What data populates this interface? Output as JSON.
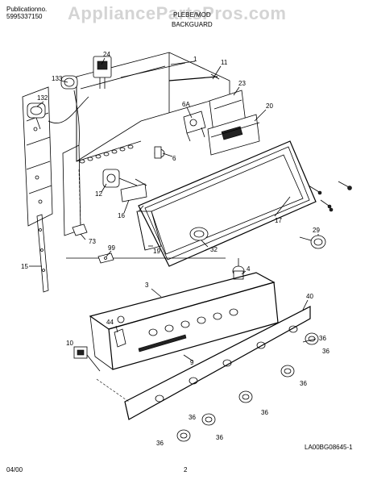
{
  "header": {
    "pub_label": "Publicationno.",
    "pub_number": "5995337150",
    "model_label": "PLEBE/MOD",
    "section_title": "BACKGUARD"
  },
  "watermark": "AppliancePartsPros.com",
  "footer": {
    "date": "04/00",
    "page": "2",
    "drawing_code": "LA00BG08645-1"
  },
  "callouts": [
    "1",
    "11",
    "23",
    "24",
    "133",
    "132",
    "6A",
    "20",
    "6",
    "12",
    "16",
    "17",
    "29",
    "19",
    "32",
    "99",
    "73",
    "15",
    "4",
    "3",
    "40",
    "44",
    "36",
    "10",
    "9",
    "36",
    "36",
    "36",
    "36",
    "36",
    "36"
  ]
}
